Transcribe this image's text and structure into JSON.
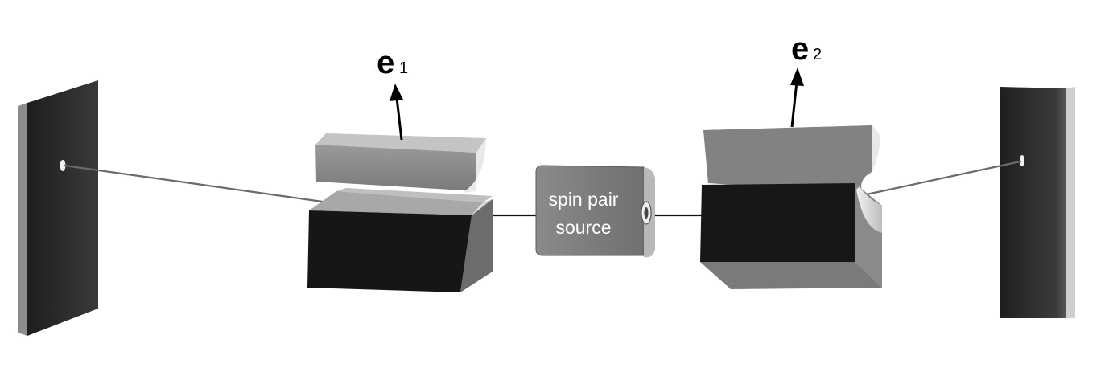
{
  "labels": {
    "e1_base": "e",
    "e1_sub": "1",
    "e2_base": "e",
    "e2_sub": "2",
    "source_line1": "spin pair",
    "source_line2": "source"
  },
  "colors": {
    "screen_front": "#262626",
    "screen_edge": "#7a7a7a",
    "magnet_top": "#b8b8b8",
    "magnet_face": "#7c7c7c",
    "magnet_dark": "#1c1c1c",
    "magnet_gray": "#6e6e6e",
    "source_body": "#7f7f7f",
    "beam": "#6a6a6a"
  }
}
